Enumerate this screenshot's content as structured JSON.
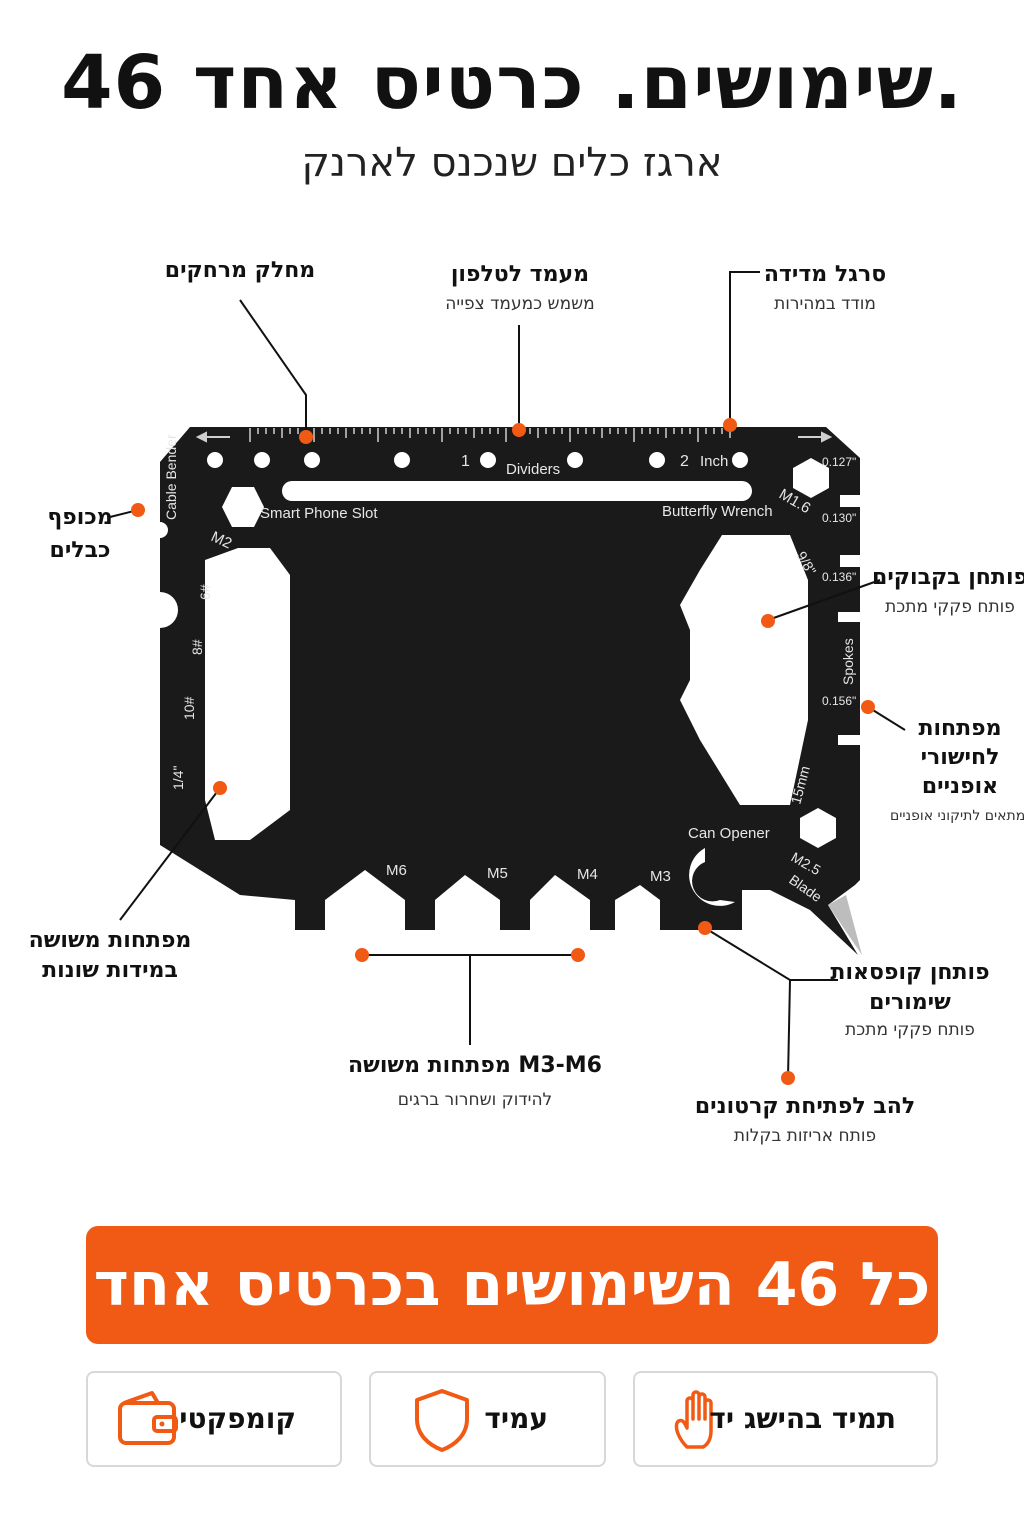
{
  "header": {
    "title": "46 שימושים. כרטיס אחד.",
    "subtitle": "ארגז כלים שנכנס לארנק"
  },
  "card_markings": {
    "cable_bender": "Cable\nBender",
    "smart_phone_slot": "Smart Phone Slot",
    "butterfly_wrench": "Butterfly Wrench",
    "dividers": "Dividers",
    "inch": "Inch",
    "ruler_1": "1",
    "ruler_2": "2",
    "m2": "M2",
    "m16": "M1.6",
    "m25": "M2.5",
    "blade": "Blade",
    "can_opener": "Can Opener",
    "spokes": "Spokes",
    "mm15": "15mm",
    "s98": "9/8\"",
    "s6": "6#",
    "s8": "8#",
    "s10": "10#",
    "s14": "1/4\"",
    "m6": "M6",
    "m5": "M5",
    "m4": "M4",
    "m3": "M3",
    "d127": "0.127\"",
    "d130": "0.130\"",
    "d136": "0.136\"",
    "d156": "0.156\""
  },
  "callouts": {
    "dividers": {
      "title": "מחלק מרחקים"
    },
    "phone_stand": {
      "title": "מעמד לטלפון",
      "sub": "משמש כמעמד צפייה"
    },
    "ruler": {
      "title": "סרגל מדידה",
      "sub": "מודד במהירות"
    },
    "cable_bender": {
      "title_line1": "מכופף",
      "title_line2": "כבלים"
    },
    "bottle_opener": {
      "title": "פותחן בקבוקים",
      "sub": "פותח פקקי מתכת"
    },
    "spoke_wrench": {
      "title_line1": "מפתחות",
      "title_line2": "לחישורי",
      "title_line3": "אופניים",
      "sub": "מתאים לתיקוני אופניים"
    },
    "various_wrench": {
      "title_line1": "מפתחות משושה",
      "title_line2": "במידות שונות"
    },
    "can_opener": {
      "title_line1": "פותחן קופסאות",
      "title_line2": "שימורים",
      "sub": "פותח פקקי מתכת"
    },
    "hex_m3_m6": {
      "title": "מפתחות משושה M3-M6",
      "sub": "להידוק ושחרור ברגים"
    },
    "blade": {
      "title": "להב לפתיחת קרטונים",
      "sub": "פותח אריזות בקלות"
    }
  },
  "banner": {
    "text": "כל 46 השימושים בכרטיס אחד"
  },
  "features": [
    {
      "label": "תמיד בהישג יד",
      "icon": "hand-icon"
    },
    {
      "label": "עמיד",
      "icon": "shield-icon"
    },
    {
      "label": "קומפקטי",
      "icon": "wallet-icon"
    }
  ],
  "colors": {
    "accent": "#f05a14",
    "tool": "#1a1a1a"
  }
}
